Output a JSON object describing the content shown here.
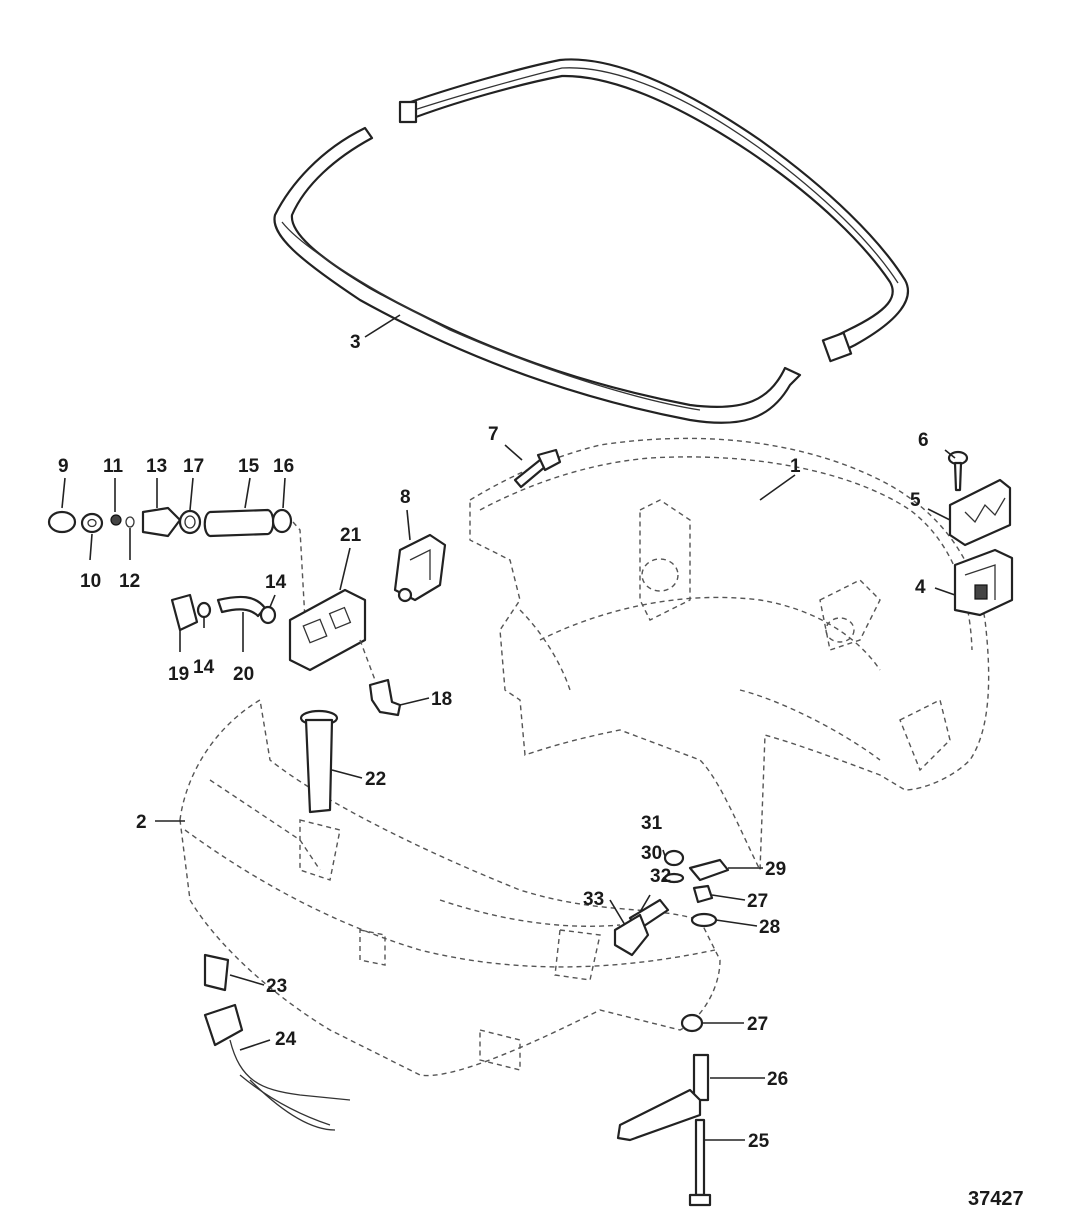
{
  "diagram": {
    "figure_number": "37427",
    "callouts": [
      {
        "id": "c1",
        "text": "1"
      },
      {
        "id": "c2",
        "text": "2"
      },
      {
        "id": "c3",
        "text": "3"
      },
      {
        "id": "c4",
        "text": "4"
      },
      {
        "id": "c5",
        "text": "5"
      },
      {
        "id": "c6",
        "text": "6"
      },
      {
        "id": "c7",
        "text": "7"
      },
      {
        "id": "c8",
        "text": "8"
      },
      {
        "id": "c9",
        "text": "9"
      },
      {
        "id": "c10",
        "text": "10"
      },
      {
        "id": "c11",
        "text": "11"
      },
      {
        "id": "c12",
        "text": "12"
      },
      {
        "id": "c13",
        "text": "13"
      },
      {
        "id": "c14a",
        "text": "14"
      },
      {
        "id": "c14b",
        "text": "14"
      },
      {
        "id": "c15",
        "text": "15"
      },
      {
        "id": "c16",
        "text": "16"
      },
      {
        "id": "c17",
        "text": "17"
      },
      {
        "id": "c18",
        "text": "18"
      },
      {
        "id": "c19",
        "text": "19"
      },
      {
        "id": "c20",
        "text": "20"
      },
      {
        "id": "c21",
        "text": "21"
      },
      {
        "id": "c22",
        "text": "22"
      },
      {
        "id": "c23",
        "text": "23"
      },
      {
        "id": "c24",
        "text": "24"
      },
      {
        "id": "c25",
        "text": "25"
      },
      {
        "id": "c26",
        "text": "26"
      },
      {
        "id": "c27a",
        "text": "27"
      },
      {
        "id": "c27b",
        "text": "27"
      },
      {
        "id": "c28",
        "text": "28"
      },
      {
        "id": "c29",
        "text": "29"
      },
      {
        "id": "c30",
        "text": "30"
      },
      {
        "id": "c31",
        "text": "31"
      },
      {
        "id": "c32",
        "text": "32"
      },
      {
        "id": "c33",
        "text": "33"
      }
    ]
  }
}
